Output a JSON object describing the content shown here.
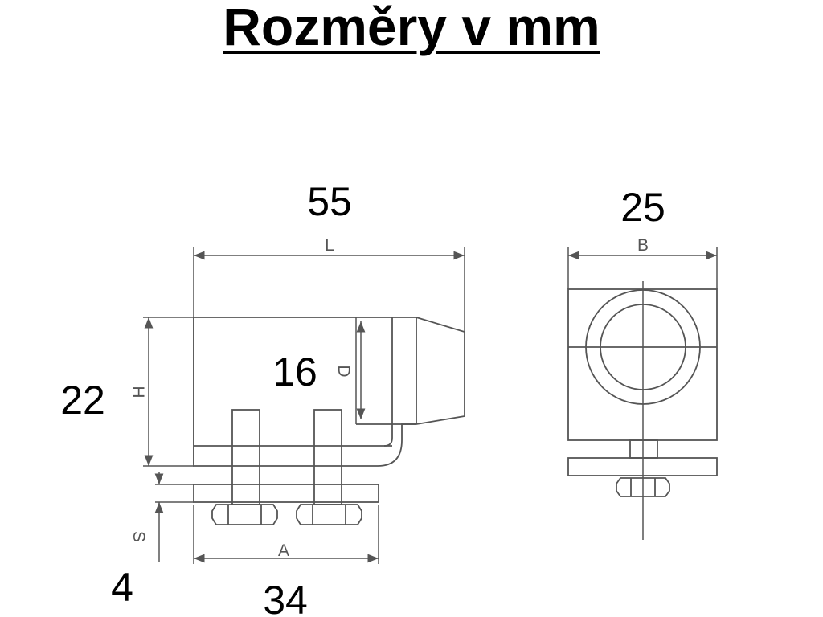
{
  "title": "Rozměry v mm",
  "dimensions": {
    "length": {
      "letter": "L",
      "value": "55"
    },
    "width": {
      "letter": "B",
      "value": "25"
    },
    "height": {
      "letter": "H",
      "value": "22"
    },
    "diameter": {
      "letter": "D",
      "value": "16"
    },
    "base": {
      "letter": "A",
      "value": "34"
    },
    "thickness": {
      "letter": "S",
      "value": "4"
    }
  },
  "colors": {
    "text": "#000000",
    "line": "#555555"
  }
}
